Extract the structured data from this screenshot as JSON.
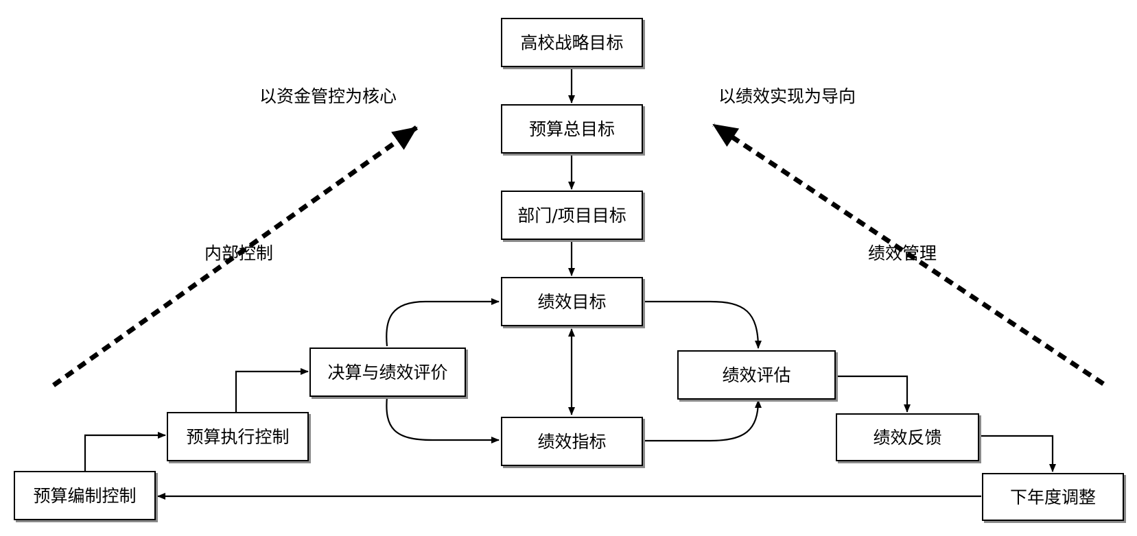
{
  "nodes": {
    "strategy_goal": "高校战略目标",
    "budget_total_goal": "预算总目标",
    "dept_project_goal": "部门/项目目标",
    "perf_goal": "绩效目标",
    "perf_indicator": "绩效指标",
    "final_account_eval": "决算与绩效评价",
    "budget_exec_control": "预算执行控制",
    "budget_prep_control": "预算编制控制",
    "perf_assessment": "绩效评估",
    "perf_feedback": "绩效反馈",
    "next_year_adjust": "下年度调整"
  },
  "labels": {
    "left_core": "以资金管控为核心",
    "right_core": "以绩效实现为导向",
    "left_axis": "内部控制",
    "right_axis": "绩效管理"
  },
  "colors": {
    "line": "#000000",
    "shadow": "#8a8a8a",
    "background": "#ffffff"
  }
}
